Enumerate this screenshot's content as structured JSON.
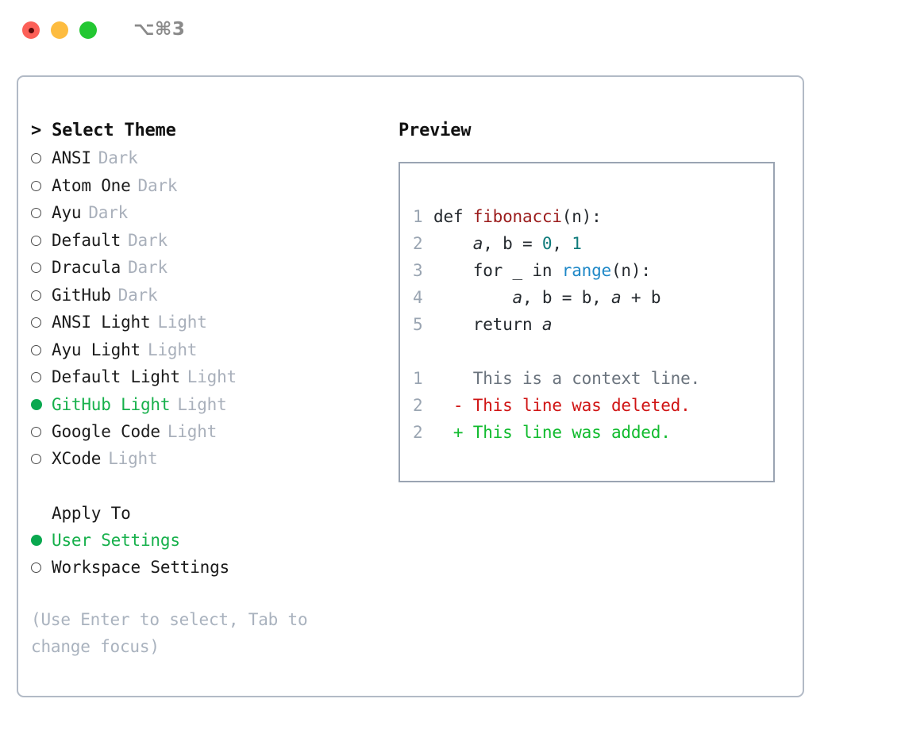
{
  "titlebar": {
    "shortcut": "⌥⌘3",
    "buttons": [
      {
        "name": "close",
        "color": "#fc6058"
      },
      {
        "name": "minimize",
        "color": "#fdbc40"
      },
      {
        "name": "maximize",
        "color": "#23c732"
      }
    ]
  },
  "theme_list": {
    "header": "> Select Theme",
    "items": [
      {
        "name": "ANSI",
        "kind": "Dark",
        "selected": false
      },
      {
        "name": "Atom One",
        "kind": "Dark",
        "selected": false
      },
      {
        "name": "Ayu",
        "kind": "Dark",
        "selected": false
      },
      {
        "name": "Default",
        "kind": "Dark",
        "selected": false
      },
      {
        "name": "Dracula",
        "kind": "Dark",
        "selected": false
      },
      {
        "name": "GitHub",
        "kind": "Dark",
        "selected": false
      },
      {
        "name": "ANSI Light",
        "kind": "Light",
        "selected": false
      },
      {
        "name": "Ayu Light",
        "kind": "Light",
        "selected": false
      },
      {
        "name": "Default Light",
        "kind": "Light",
        "selected": false
      },
      {
        "name": "GitHub Light",
        "kind": "Light",
        "selected": true
      },
      {
        "name": "Google Code",
        "kind": "Light",
        "selected": false
      },
      {
        "name": "XCode",
        "kind": "Light",
        "selected": false
      }
    ]
  },
  "apply_to": {
    "header": "Apply To",
    "items": [
      {
        "name": "User Settings",
        "selected": true
      },
      {
        "name": "Workspace Settings",
        "selected": false
      }
    ]
  },
  "hint": "(Use Enter to select, Tab to change focus)",
  "preview": {
    "title": "Preview",
    "code_lines": [
      {
        "lineno": "1",
        "tokens": [
          {
            "text": "def ",
            "type": "plain"
          },
          {
            "text": "fibonacci",
            "type": "function"
          },
          {
            "text": "(n):",
            "type": "plain"
          }
        ]
      },
      {
        "lineno": "2",
        "tokens": [
          {
            "text": "    ",
            "type": "plain"
          },
          {
            "text": "a",
            "type": "variable"
          },
          {
            "text": ", ",
            "type": "plain"
          },
          {
            "text": "b",
            "type": "plain"
          },
          {
            "text": " = ",
            "type": "plain"
          },
          {
            "text": "0",
            "type": "number"
          },
          {
            "text": ", ",
            "type": "plain"
          },
          {
            "text": "1",
            "type": "number"
          }
        ]
      },
      {
        "lineno": "3",
        "tokens": [
          {
            "text": "    for _ in ",
            "type": "plain"
          },
          {
            "text": "range",
            "type": "call"
          },
          {
            "text": "(n):",
            "type": "plain"
          }
        ]
      },
      {
        "lineno": "4",
        "tokens": [
          {
            "text": "        ",
            "type": "plain"
          },
          {
            "text": "a",
            "type": "variable"
          },
          {
            "text": ", ",
            "type": "plain"
          },
          {
            "text": "b",
            "type": "plain"
          },
          {
            "text": " = ",
            "type": "plain"
          },
          {
            "text": "b",
            "type": "plain"
          },
          {
            "text": ", ",
            "type": "plain"
          },
          {
            "text": "a",
            "type": "variable"
          },
          {
            "text": " + ",
            "type": "plain"
          },
          {
            "text": "b",
            "type": "plain"
          }
        ]
      },
      {
        "lineno": "5",
        "tokens": [
          {
            "text": "    return ",
            "type": "plain"
          },
          {
            "text": "a",
            "type": "variable"
          }
        ]
      }
    ],
    "diff_lines": [
      {
        "lineno": "1",
        "sign": "  ",
        "text": "This is a context line.",
        "type": "context"
      },
      {
        "lineno": "2",
        "sign": "- ",
        "text": "This line was deleted.",
        "type": "deleted"
      },
      {
        "lineno": "2",
        "sign": "+ ",
        "text": "This line was added.",
        "type": "added"
      }
    ]
  },
  "colors": {
    "accent_green": "#16b04b",
    "marker_green": "#0aa84f",
    "muted": "#a9b0bb",
    "border": "#b2bac6",
    "preview_border": "#9aa4b2",
    "lineno": "#9aa5b2",
    "function": "#9b1c1c",
    "number": "#0f7b7b",
    "call": "#1e88c7",
    "diff_context": "#6a737d",
    "diff_deleted": "#d01414",
    "diff_added": "#11bb2e"
  }
}
